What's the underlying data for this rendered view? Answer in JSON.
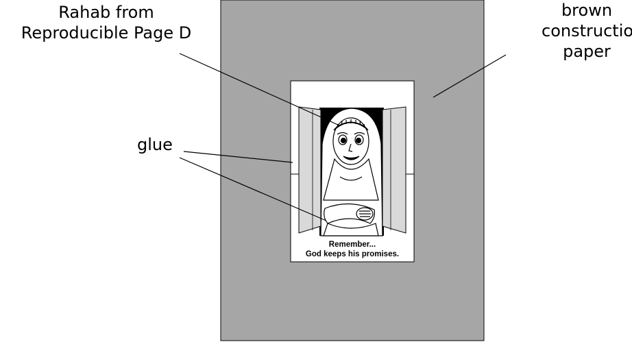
{
  "labels": {
    "rahab": [
      "Rahab from",
      "Reproducible Page D"
    ],
    "brown": [
      "brown",
      "construction",
      "paper"
    ],
    "glue": "glue"
  },
  "card": {
    "caption_line1": "Remember...",
    "caption_line2": "God keeps his promises."
  },
  "colors": {
    "construction_paper": "#a6a6a6",
    "door_flap": "#d9d9d9",
    "card": "#ffffff",
    "figure_background": "#000000"
  }
}
